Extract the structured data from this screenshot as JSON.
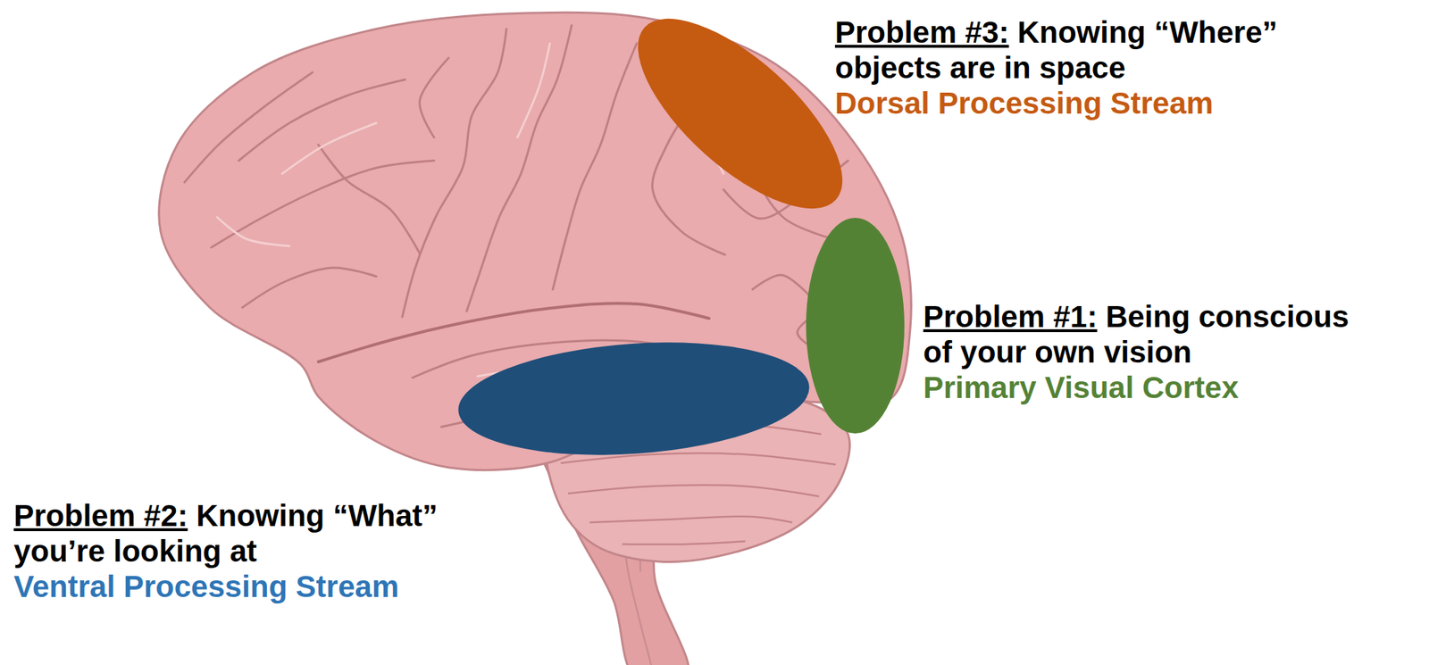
{
  "diagram": {
    "labels": [
      "Problem #3:",
      "Knowing “Where” objects are in space",
      "Dorsal Processing Stream",
      "Problem #1:",
      "Being conscious of your own vision",
      "Primary Visual Cortex",
      "Problem #2:",
      "Knowing “What” you’re looking at",
      "Ventral Processing Stream"
    ]
  }
}
